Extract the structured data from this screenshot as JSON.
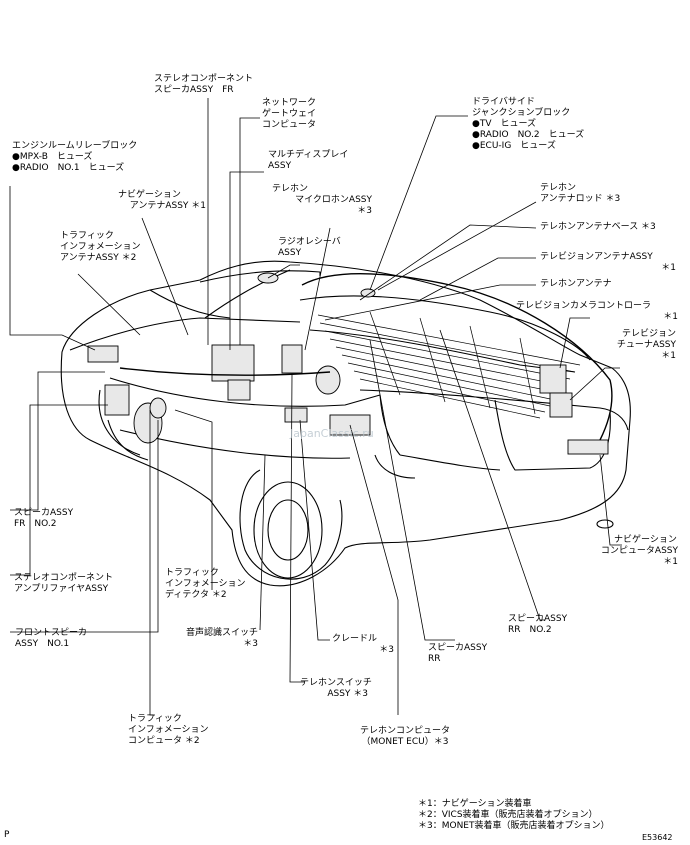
{
  "labels": {
    "stereo_speaker_fr": [
      "ステレオコンポーネント",
      "スピーカASSY　FR"
    ],
    "network_gateway": [
      "ネットワーク",
      "ゲートウェイ",
      "コンピュータ"
    ],
    "driver_side_jb": [
      "ドライバサイド",
      "ジャンクションブロック",
      "●TV　ヒューズ",
      "●RADIO　NO.2　ヒューズ",
      "●ECU-IG　ヒューズ"
    ],
    "engine_relay_block": [
      "エンジンルームリレーブロック",
      "●MPX-B　ヒューズ",
      "●RADIO　NO.1　ヒューズ"
    ],
    "multi_display": [
      "マルチディスプレイ",
      "ASSY"
    ],
    "nav_antenna": [
      "ナビゲーション",
      "アンテナASSY ＊1"
    ],
    "phone_mic": [
      "テレホン",
      "マイクロホンASSY",
      "＊3"
    ],
    "phone_antenna_rod": [
      "テレホン",
      "アンテナロッド ＊3"
    ],
    "traffic_info_antenna": [
      "トラフィック",
      "インフォメーション",
      "アンテナASSY ＊2"
    ],
    "phone_antenna_base": [
      "テレホンアンテナベース ＊3"
    ],
    "radio_receiver": [
      "ラジオレシーバ",
      "ASSY"
    ],
    "tv_antenna": [
      "テレビジョンアンテナASSY",
      "＊1"
    ],
    "phone_antenna": [
      "テレホンアンテナ"
    ],
    "tv_camera_controller": [
      "テレビジョンカメラコントローラ",
      "＊1"
    ],
    "tv_tuner": [
      "テレビジョン",
      "チューナASSY",
      "＊1"
    ],
    "speaker_fr_no2": [
      "スピーカASSY",
      "FR　NO.2"
    ],
    "nav_computer": [
      "ナビゲーション",
      "コンピュータASSY",
      "＊1"
    ],
    "stereo_amplifier": [
      "ステレオコンポーネント",
      "アンプリファイヤASSY"
    ],
    "traffic_info_detector": [
      "トラフィック",
      "インフォメーション",
      "ディテクタ ＊2"
    ],
    "front_speaker_no1": [
      "フロントスピーカ",
      "ASSY　NO.1"
    ],
    "voice_recognition_switch": [
      "音声認識スイッチ",
      "＊3"
    ],
    "cradle": [
      "クレードル",
      "＊3"
    ],
    "speaker_rr": [
      "スピーカASSY",
      "RR"
    ],
    "speaker_rr_no2": [
      "スピーカASSY",
      "RR　NO.2"
    ],
    "phone_switch": [
      "テレホンスイッチ",
      "ASSY ＊3"
    ],
    "traffic_info_computer": [
      "トラフィック",
      "インフォメーション",
      "コンピュータ ＊2"
    ],
    "phone_computer": [
      "テレホンコンピュータ",
      "（MONET ECU）＊3"
    ]
  },
  "footnotes": [
    "＊1：ナビゲーション装着車",
    "＊2：VICS装着車（販売店装着オプション）",
    "＊3：MONET装着車（販売店装着オプション）"
  ],
  "corner_left": "P",
  "corner_right": "E53642",
  "watermark": "JapanClassic.ru"
}
